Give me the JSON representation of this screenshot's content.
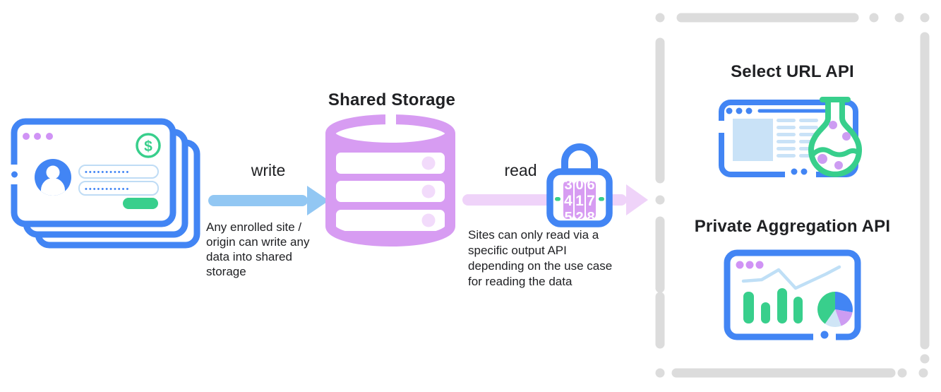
{
  "diagram": {
    "publishers": {
      "password_value": "•••••••••••",
      "currency_symbol": "$"
    },
    "write": {
      "label": "write",
      "description": "Any enrolled site /\norigin can write any\ndata into shared\nstorage"
    },
    "storage": {
      "title": "Shared Storage"
    },
    "read": {
      "label": "read",
      "description": "Sites can only read via a\nspecific output API\ndepending on the use case\nfor reading the data",
      "lock_dials": [
        {
          "above": "3",
          "digit": "4",
          "below": "5"
        },
        {
          "above": "0",
          "digit": "1",
          "below": "2"
        },
        {
          "above": "6",
          "digit": "7",
          "below": "8"
        }
      ]
    },
    "apis": {
      "select_url_title": "Select URL API",
      "private_aggregation_title": "Private Aggregation API"
    },
    "colors": {
      "blue": "#4285F4",
      "green": "#38CF8C",
      "db_purple": "#D79CF2",
      "violet_dots": "#D093F5",
      "write_arrow_blue": "#92C7F3",
      "read_arrow_pink": "#EFD3F9",
      "pale_purple": "#F2DBFB",
      "pale_blue": "#C9E2F7",
      "line_chart_blue": "#BFDFF6",
      "dashed_gray": "#DCDCDC",
      "text_dark": "#202124"
    }
  }
}
